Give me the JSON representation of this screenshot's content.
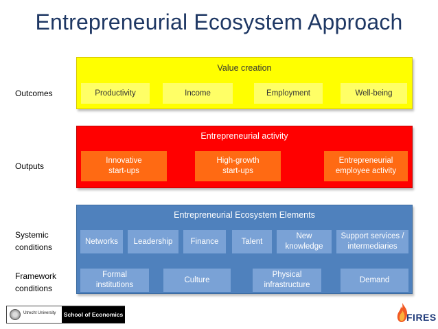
{
  "title": "Entrepreneurial Ecosystem Approach",
  "row_labels": {
    "outcomes": "Outcomes",
    "outputs": "Outputs",
    "systemic": "Systemic conditions",
    "framework": "Framework conditions"
  },
  "value_creation": {
    "title": "Value creation",
    "items": [
      "Productivity",
      "Income",
      "Employment",
      "Well-being"
    ]
  },
  "entrepreneurial_activity": {
    "title": "Entrepreneurial activity",
    "items": [
      "Innovative start-ups",
      "High-growth start-ups",
      "Entrepreneurial employee activity"
    ]
  },
  "ecosystem_elements": {
    "title": "Entrepreneurial Ecosystem Elements",
    "systemic": [
      "Networks",
      "Leadership",
      "Finance",
      "Talent",
      "New knowledge",
      "Support services / intermediaries"
    ],
    "framework": [
      "Formal institutions",
      "Culture",
      "Physical infrastructure",
      "Demand"
    ]
  },
  "footer": {
    "university": "Utrecht University",
    "school": "School of Economics",
    "brand": "FIRES"
  },
  "colors": {
    "title": "#1f3864",
    "yellow_panel": "#ffff00",
    "yellow_chip": "#ffff66",
    "red_panel": "#ff0000",
    "orange_chip": "#ff6a13",
    "blue_panel": "#4f81bd",
    "blue_chip": "#7aa2d6"
  },
  "icons": {
    "seal": "university-seal-icon",
    "flame": "flame-icon"
  }
}
